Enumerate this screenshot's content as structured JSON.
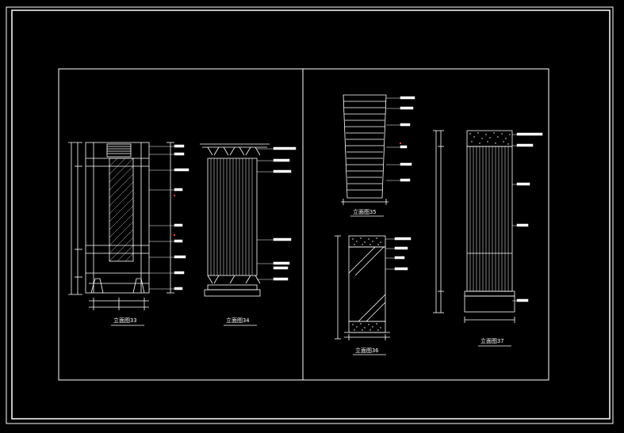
{
  "drawing": {
    "title_blocks": [
      {
        "id": "33",
        "label": "立面图33"
      },
      {
        "id": "34",
        "label": "立面图34"
      },
      {
        "id": "35",
        "label": "立面图35"
      },
      {
        "id": "36",
        "label": "立面图36"
      },
      {
        "id": "37",
        "label": "立面图37"
      }
    ]
  },
  "colors": {
    "background": "#000000",
    "line": "#ffffff",
    "accent": "#ff3b3b"
  }
}
